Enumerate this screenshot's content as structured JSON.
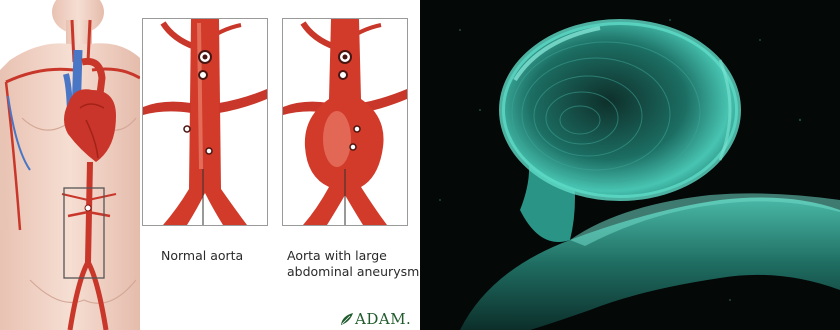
{
  "left_illustration": {
    "normal_caption": "Normal aorta",
    "aneurysm_caption_line1": "Aorta with large",
    "aneurysm_caption_line2": "abdominal aneurysm",
    "logo_text": "ADAM."
  },
  "right_photo": {},
  "colors": {
    "skin": "#f1d3c5",
    "artery_red": "#d23a2a",
    "vein_blue": "#4a76c6",
    "cast_cyan": "#3fb8a8",
    "background_dark": "#040807",
    "logo_green": "#1f5b2c"
  }
}
